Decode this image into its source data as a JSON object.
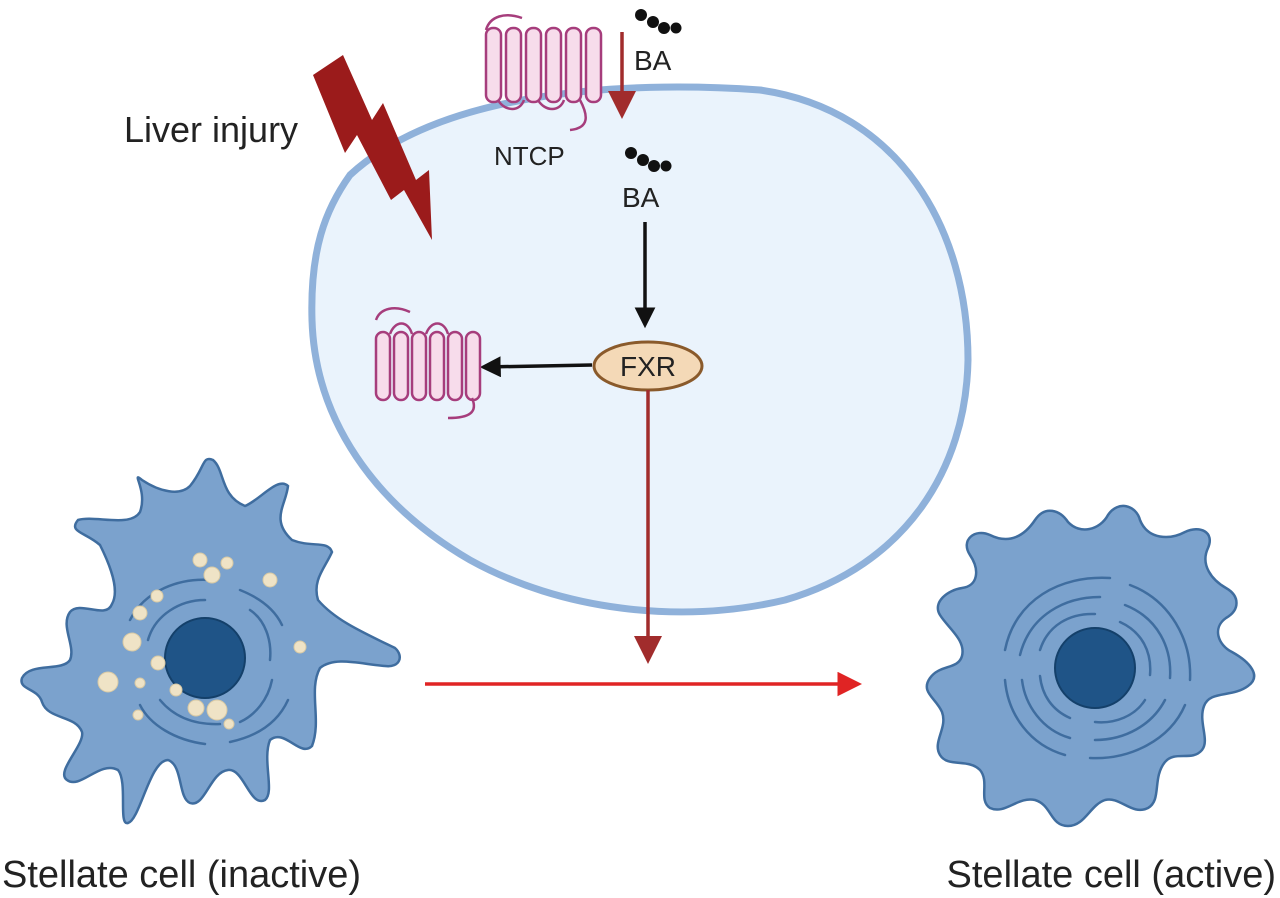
{
  "labels": {
    "liver_injury": "Liver injury",
    "ntcp": "NTCP",
    "ba_outside": "BA",
    "ba_inside": "BA",
    "fxr": "FXR",
    "stellate_inactive": "Stellate cell (inactive)",
    "stellate_active": "Stellate cell (active)"
  },
  "colors": {
    "hepatocyte_fill": "#eaf3fc",
    "hepatocyte_border": "#8fb1da",
    "transporter_stroke": "#a63d7c",
    "transporter_fill": "#f7dceb",
    "lightning": "#9b1b1b",
    "arrow_dark_red": "#a12c2c",
    "arrow_bright_red": "#e02424",
    "arrow_black": "#111111",
    "fxr_fill": "#f4d9b7",
    "fxr_border": "#8a5a2b",
    "stellate_body": "#7ba2cd",
    "stellate_outline": "#3f6d9f",
    "nucleus": "#1f5487",
    "lipid_droplet": "#efe3c6"
  }
}
